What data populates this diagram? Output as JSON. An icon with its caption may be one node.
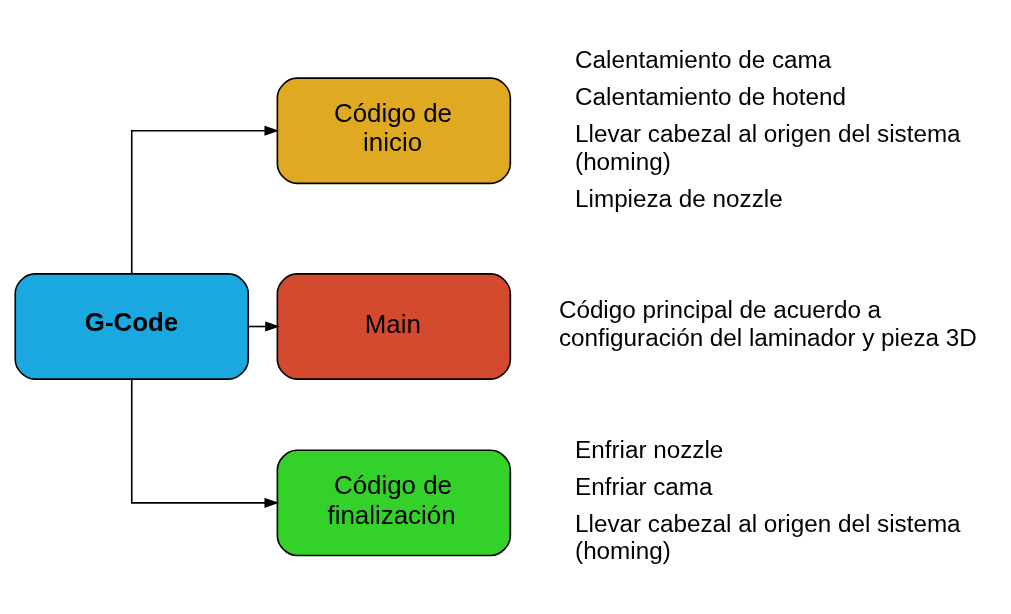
{
  "diagram": {
    "nodes": [
      {
        "text": [
          "G-Code"
        ]
      },
      {
        "text": [
          "Código de inicio"
        ],
        "beside": [
          "Calentamiento de cama",
          "Calentamiento de hotend",
          "Llevar cabezal al origen del sistema (homing)",
          "Limpieza de nozzle"
        ]
      },
      {
        "text": [
          "Main"
        ],
        "beside": [
          "Código principal de acuerdo a configuración del laminador y pieza 3D"
        ]
      },
      {
        "text": [
          "Código de finalización"
        ],
        "beside": [
          "Enfriar nozzle",
          "Enfriar cama",
          "Llevar cabezal al origen del sistema (homing)"
        ]
      }
    ],
    "edges": [
      {
        "from": 0,
        "to": 1,
        "arrow": "to"
      },
      {
        "from": 0,
        "to": 2,
        "arrow": "to"
      },
      {
        "from": 0,
        "to": 3,
        "arrow": "to"
      }
    ]
  }
}
